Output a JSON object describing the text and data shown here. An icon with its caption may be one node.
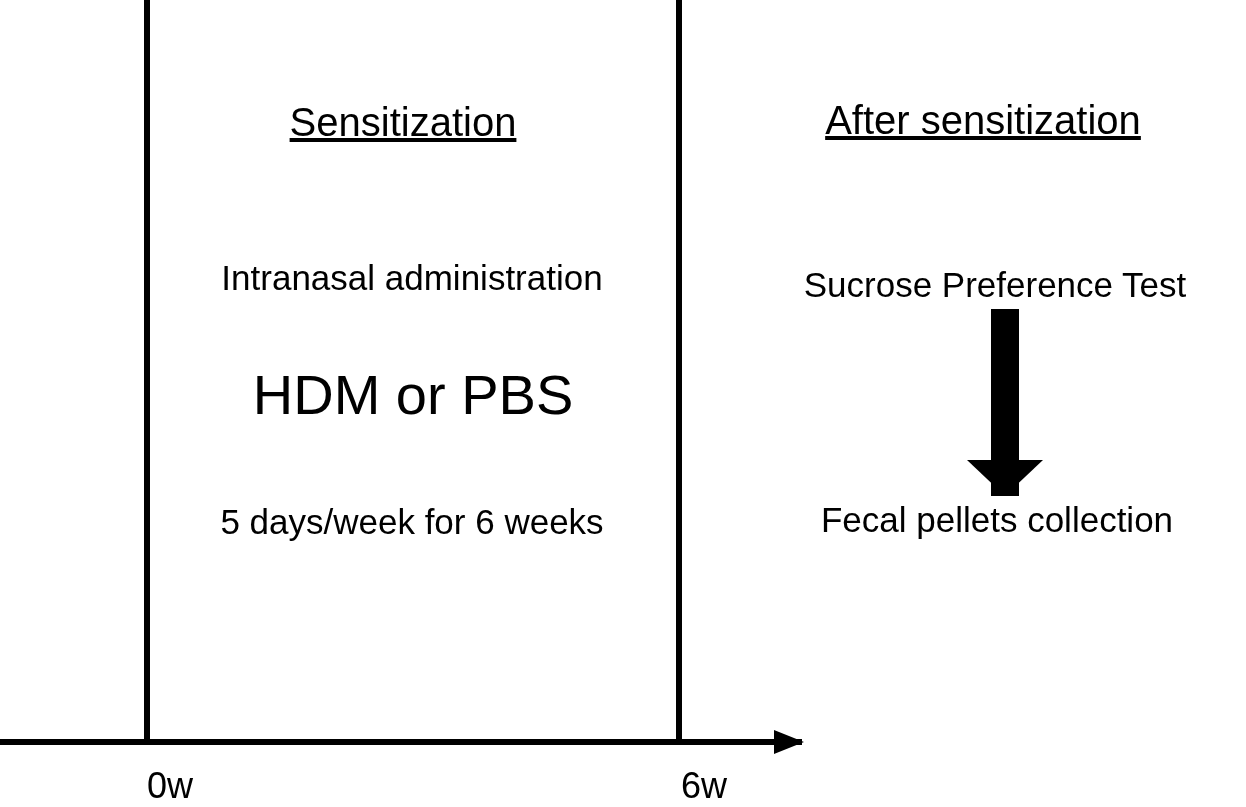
{
  "diagram": {
    "nodes": [
      {
        "text": [
          "Sucrose Preference Test"
        ]
      },
      {
        "text": [
          "Fecal pellets collection"
        ]
      }
    ],
    "edges": [
      {
        "from": 0,
        "to": 1,
        "arrow": "to"
      }
    ],
    "labels": [
      "Sensitization",
      "After sensitization",
      "Intranasal administration",
      "HDM or PBS",
      "5 days/week for 6 weeks",
      "0w",
      "6w"
    ]
  }
}
